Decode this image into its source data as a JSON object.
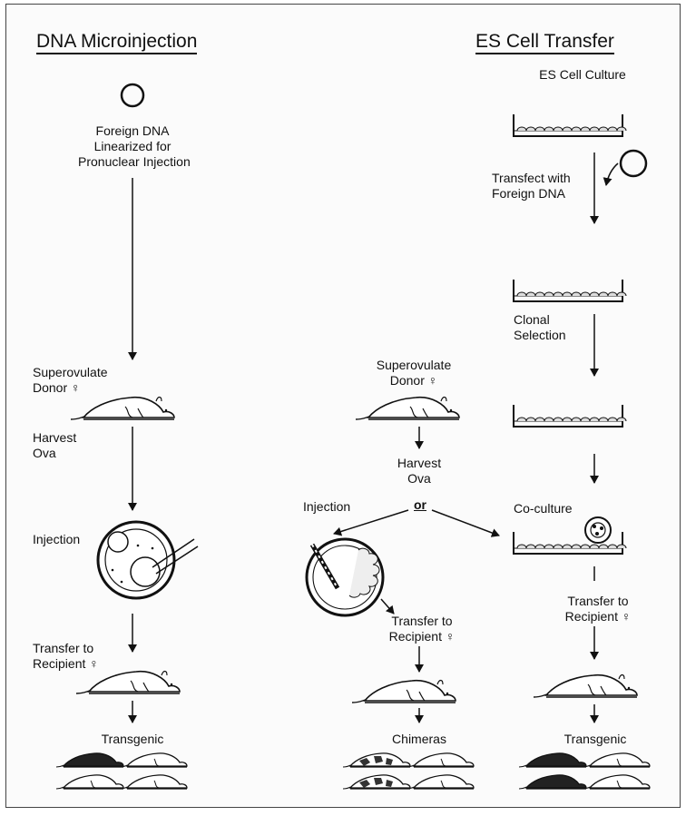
{
  "left": {
    "title": "DNA Microinjection",
    "foreign_dna": "Foreign DNA\nLinearized for\nPronuclear Injection",
    "superovulate": "Superovulate\nDonor ♀",
    "harvest": "Harvest\nOva",
    "injection": "Injection",
    "transfer": "Transfer to\nRecipient ♀",
    "result": "Transgenic"
  },
  "middle": {
    "superovulate": "Superovulate\nDonor ♀",
    "harvest": "Harvest\nOva",
    "or": "or",
    "injection": "Injection",
    "transfer": "Transfer to\nRecipient ♀",
    "result": "Chimeras"
  },
  "right": {
    "title": "ES Cell Transfer",
    "culture": "ES Cell Culture",
    "transfect": "Transfect with\nForeign DNA",
    "clonal": "Clonal\nSelection",
    "coculture": "Co-culture",
    "transfer": "Transfer to\nRecipient ♀",
    "result": "Transgenic"
  }
}
